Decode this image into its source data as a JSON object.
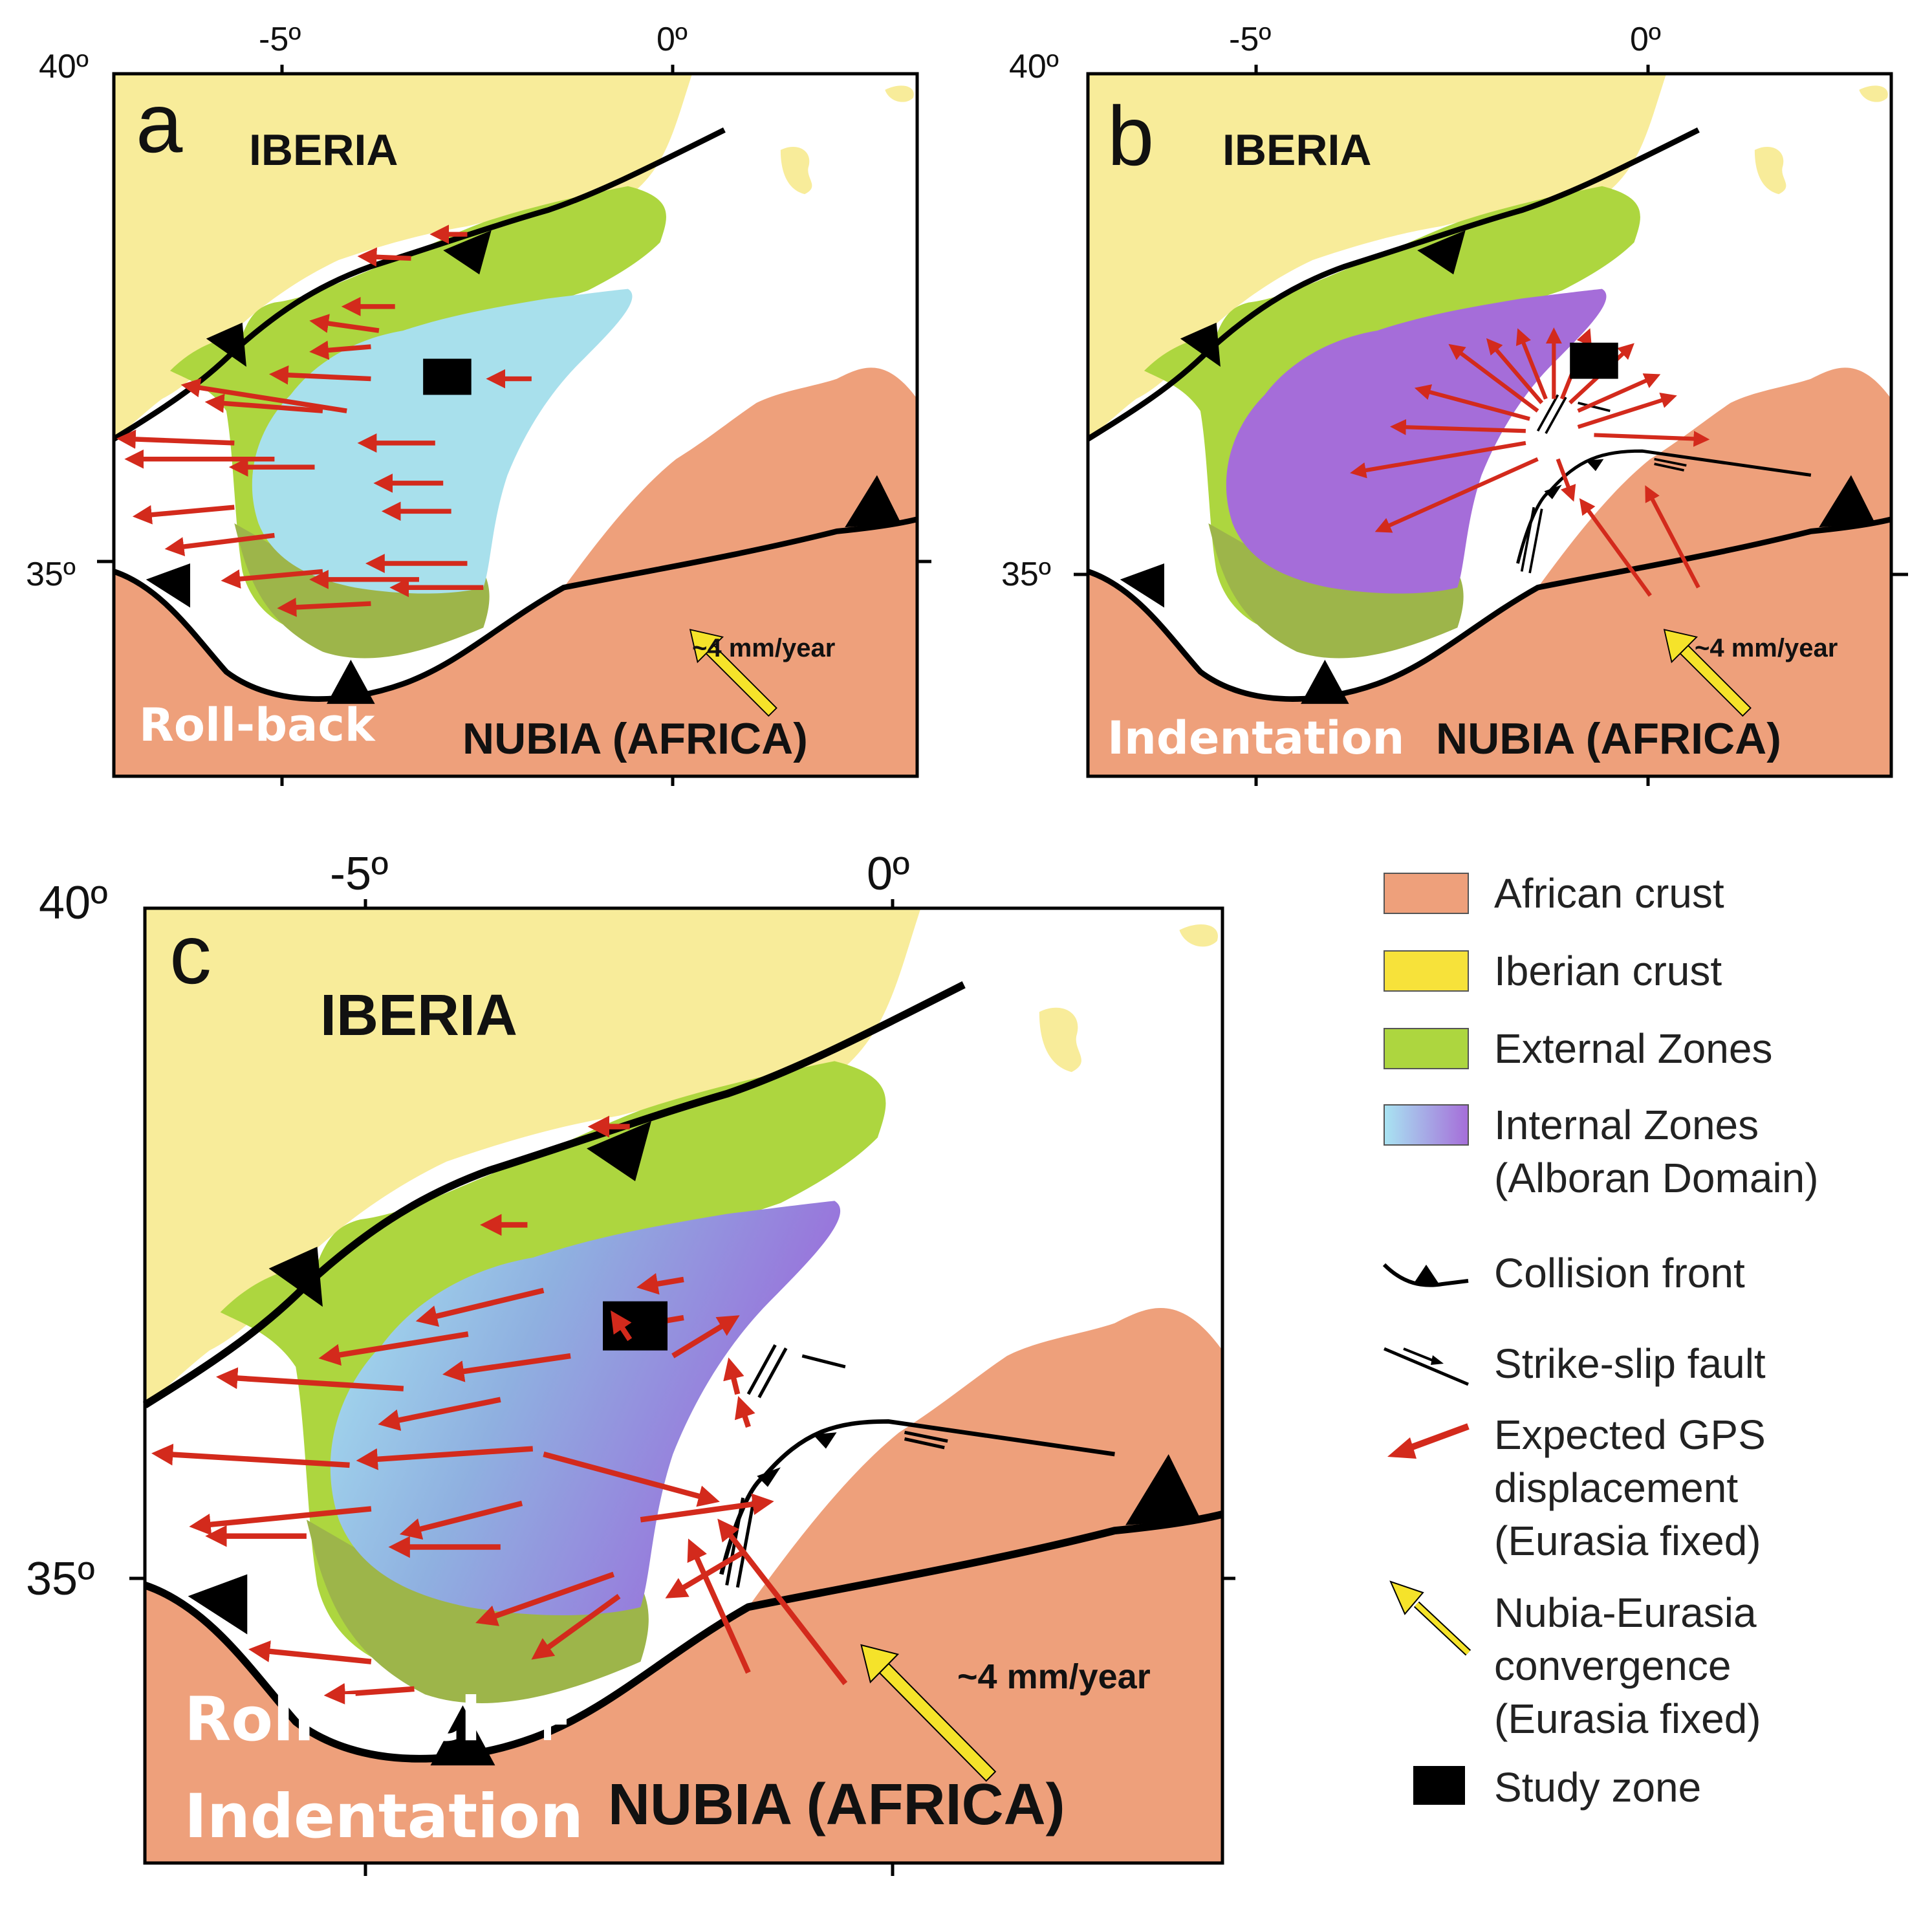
{
  "colors": {
    "african_crust": "#EEA07B",
    "iberian_crust": "#F8EC9A",
    "external_zones": "#ADD63F",
    "internal_blue": "#A8E0EC",
    "internal_purple": "#A56DD9",
    "gps_arrow": "#D32A1C",
    "convergence_arrow": "#F5E32A",
    "study_zone": "#000000",
    "mechanism_text": "#FFFFFF"
  },
  "panels": [
    {
      "letter": "a",
      "lon_labels": [
        "-5º",
        "0º"
      ],
      "lat_labels": [
        "40º",
        "35º"
      ],
      "iberia_label": "IBERIA",
      "nubia_label": "NUBIA (AFRICA)",
      "mechanism": [
        "Roll-back"
      ],
      "rate_label": "~4 mm/year",
      "internal_fill": "blue"
    },
    {
      "letter": "b",
      "lon_labels": [
        "-5º",
        "0º"
      ],
      "lat_labels": [
        "40º",
        "35º"
      ],
      "iberia_label": "IBERIA",
      "nubia_label": "NUBIA (AFRICA)",
      "mechanism": [
        "Indentation"
      ],
      "rate_label": "~4 mm/year",
      "internal_fill": "purple"
    },
    {
      "letter": "c",
      "lon_labels": [
        "-5º",
        "0º"
      ],
      "lat_labels": [
        "40º",
        "35º"
      ],
      "iberia_label": "IBERIA",
      "nubia_label": "NUBIA (AFRICA)",
      "mechanism": [
        "Roll-back +",
        "Indentation"
      ],
      "rate_label": "~4 mm/year",
      "internal_fill": "gradient"
    }
  ],
  "legend": {
    "items": [
      {
        "symbol": "african-crust-swatch",
        "lines": [
          "African crust"
        ]
      },
      {
        "symbol": "iberian-crust-swatch",
        "lines": [
          "Iberian crust"
        ]
      },
      {
        "symbol": "external-zones-swatch",
        "lines": [
          "External Zones"
        ]
      },
      {
        "symbol": "internal-zones-swatch",
        "lines": [
          "Internal Zones",
          "(Alboran Domain)"
        ]
      },
      {
        "symbol": "collision-front-icon",
        "lines": [
          "Collision front"
        ]
      },
      {
        "symbol": "strike-slip-fault-icon",
        "lines": [
          "Strike-slip fault"
        ]
      },
      {
        "symbol": "gps-arrow-icon",
        "lines": [
          "Expected GPS",
          "displacement",
          "(Eurasia fixed)"
        ]
      },
      {
        "symbol": "convergence-arrow-icon",
        "lines": [
          "Nubia-Eurasia",
          "convergence",
          "(Eurasia fixed)"
        ]
      },
      {
        "symbol": "study-zone-swatch",
        "lines": [
          "Study zone"
        ]
      }
    ]
  }
}
